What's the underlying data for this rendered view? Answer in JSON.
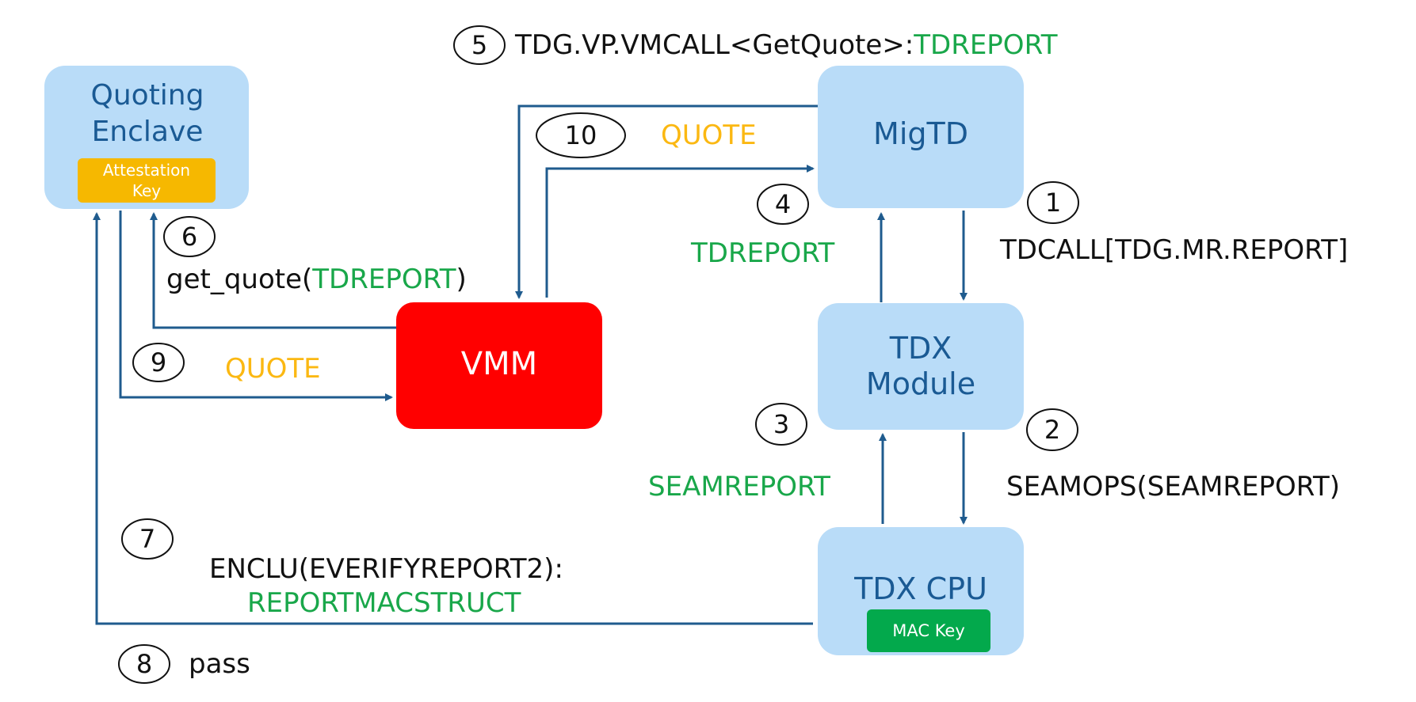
{
  "colors": {
    "box_fill": "#b9dcf8",
    "box_text": "#1a5a94",
    "vmm_fill": "#ff0000",
    "vmm_text": "#ffffff",
    "arrow": "#1f5b8e",
    "green": "#19a74a",
    "orange": "#fbb812",
    "black": "#111111",
    "attestation_key_fill": "#f6b800",
    "mac_key_fill": "#03a94c"
  },
  "nodes": {
    "quoting_enclave": {
      "line1": "Quoting",
      "line2": "Enclave",
      "key": "Attestation",
      "key2": "Key"
    },
    "migtd": {
      "label": "MigTD"
    },
    "vmm": {
      "label": "VMM"
    },
    "tdx_module": {
      "line1": "TDX",
      "line2": "Module"
    },
    "tdx_cpu": {
      "label": "TDX CPU",
      "key": "MAC Key"
    }
  },
  "steps": {
    "s1": {
      "num": "1",
      "text": "TDCALL[TDG.MR.REPORT]"
    },
    "s2": {
      "num": "2",
      "text": "SEAMOPS(SEAMREPORT)"
    },
    "s3": {
      "num": "3",
      "text": "SEAMREPORT"
    },
    "s4": {
      "num": "4",
      "text": "TDREPORT"
    },
    "s5": {
      "num": "5",
      "text_black": "TDG.VP.VMCALL<GetQuote>:",
      "text_green": "TDREPORT"
    },
    "s6": {
      "num": "6",
      "text_black": "get_quote(",
      "text_green": "TDREPORT",
      "text_close": ")"
    },
    "s7": {
      "num": "7",
      "line1": "ENCLU(EVERIFYREPORT2):",
      "line2": "REPORTMACSTRUCT"
    },
    "s8": {
      "num": "8",
      "text": "pass"
    },
    "s9": {
      "num": "9",
      "text": "QUOTE"
    },
    "s10": {
      "num": "10",
      "text": "QUOTE"
    }
  }
}
